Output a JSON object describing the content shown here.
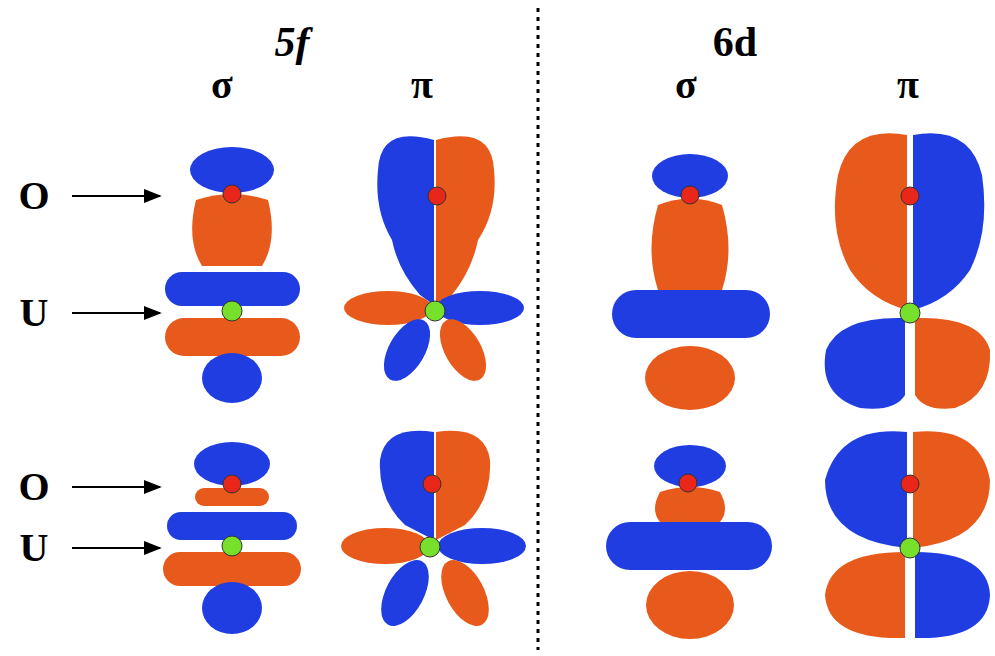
{
  "diagram": {
    "labels": [
      "5f",
      "6d",
      "σ",
      "π",
      "σ",
      "π",
      "O",
      "U",
      "O",
      "U"
    ]
  }
}
